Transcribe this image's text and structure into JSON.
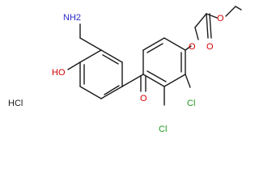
{
  "structure": {
    "salt_label": "HCl",
    "atoms": {
      "amine": "NH2",
      "hydroxyl": "HO",
      "ketone_oxygen": "O",
      "ether_oxygen": "O",
      "ester_carbonyl_oxygen": "O",
      "ester_oxygen": "O",
      "chlorine_2": "Cl",
      "chlorine_3": "Cl"
    }
  },
  "colors": {
    "bond": "#1a1a1a",
    "oxygen": "#d40000",
    "nitrogen": "#2a2ac8",
    "chlorine": "#1f9a1f",
    "background": "#ffffff"
  }
}
